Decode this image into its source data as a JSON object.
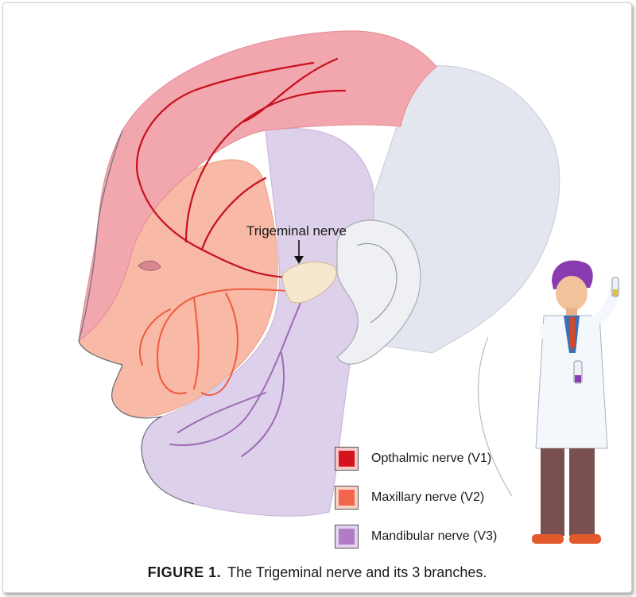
{
  "labels": {
    "trigeminal": "Trigeminal nerve"
  },
  "legend": [
    {
      "label": "Opthalmic nerve (V1)",
      "color": "#d4131d",
      "bg": "#f8c6c8"
    },
    {
      "label": "Maxillary nerve (V2)",
      "color": "#f0654b",
      "bg": "#fbd0c4"
    },
    {
      "label": "Mandibular nerve (V3)",
      "color": "#b07cc4",
      "bg": "#e3d3ee"
    }
  ],
  "caption": {
    "label": "FIGURE 1.",
    "text": "The Trigeminal nerve and its 3 branches."
  },
  "colors": {
    "v1_region": "#f2a6ae",
    "v2_region": "#f8b9a6",
    "v3_region": "#ddd0ea",
    "skin_back": "#e3e6ee",
    "nerve_v1": "#c8101e",
    "nerve_v2": "#ef5a3e",
    "nerve_v3": "#9d6bb4"
  },
  "icons": [
    "human-head-illustration",
    "scientist-figure",
    "test-tube-icon"
  ]
}
